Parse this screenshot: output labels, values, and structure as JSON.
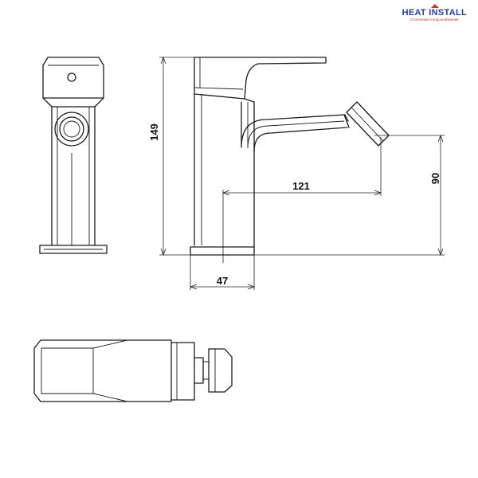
{
  "brand": {
    "name": "HEAT INSTALL",
    "tagline": "Отопление и водоснабжение",
    "accent_color": "#2a3d8f",
    "secondary_color": "#c0392b"
  },
  "dimensions": {
    "height": "149",
    "reach": "121",
    "spout_height": "90",
    "base_width": "47"
  }
}
